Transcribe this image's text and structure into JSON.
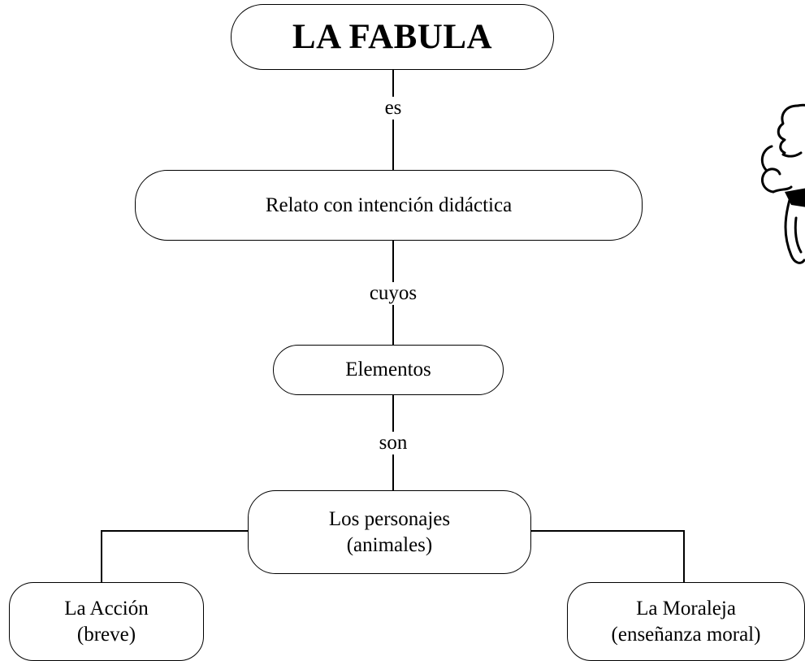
{
  "title": "LA FABULA",
  "connectors": {
    "es": "es",
    "cuyos": "cuyos",
    "son": "son"
  },
  "nodes": {
    "relato": "Relato con intención didáctica",
    "elementos": "Elementos",
    "personajes_line1": "Los personajes",
    "personajes_line2": "(animales)",
    "accion_line1": "La Acción",
    "accion_line2": "(breve)",
    "moraleja_line1": "La Moraleja",
    "moraleja_line2": "(enseñanza moral)"
  },
  "illustration": "cartoon-character-icon"
}
